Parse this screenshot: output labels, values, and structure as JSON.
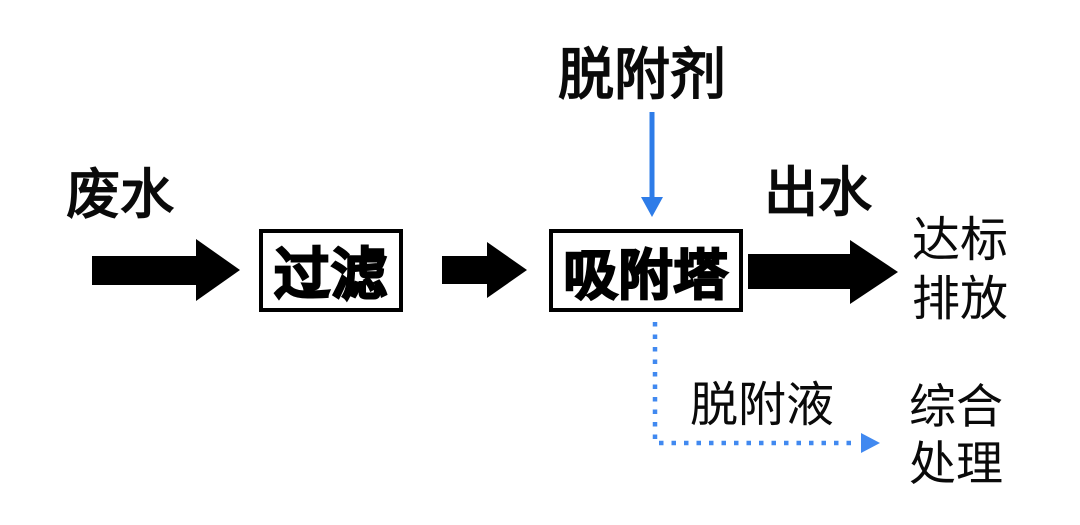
{
  "colors": {
    "background": "#ffffff",
    "arrow_black": "#000000",
    "box_border": "#000000",
    "text_black": "#0a0a0a",
    "accent_blue": "#2e7ce8",
    "dotted_blue": "#4189f0"
  },
  "diagram": {
    "labels": {
      "wastewater": "废水",
      "desorbent": "脱附剂",
      "effluent": "出水",
      "discharge": "达标\n排放",
      "desorption_liquid": "脱附液",
      "comprehensive_treatment": "综合\n处理"
    },
    "nodes": {
      "filter": "过滤",
      "adsorption_tower": "吸附塔"
    }
  }
}
